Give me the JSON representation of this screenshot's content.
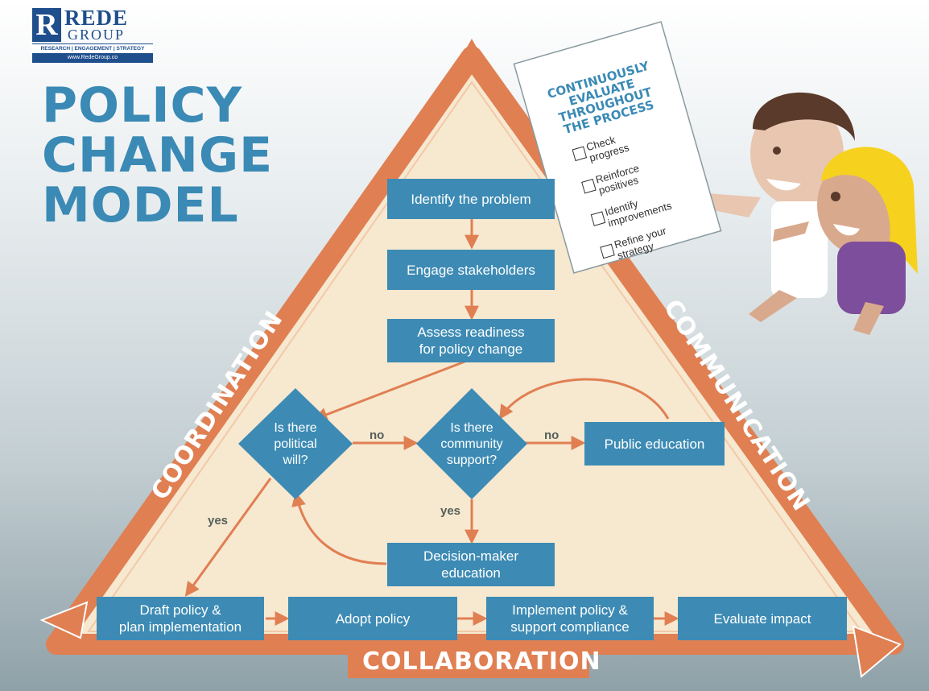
{
  "logo": {
    "letter": "R",
    "name_top": "REDE",
    "name_bottom": "GROUP",
    "tagline": "RESEARCH | ENGAGEMENT | STRATEGY",
    "website": "www.RedeGroup.co"
  },
  "title": {
    "line1": "POLICY",
    "line2": "CHANGE",
    "line3": "MODEL"
  },
  "sides": {
    "left": "COORDINATION",
    "right": "COMMUNICATION",
    "bottom": "COLLABORATION"
  },
  "checklist": {
    "title": "CONTINUOUSLY\nEVALUATE\nTHROUGHOUT\nTHE PROCESS",
    "items": [
      "Check\nprogress",
      "Reinforce\npositives",
      "Identify\nimprovements",
      "Refine your\nstrategy"
    ]
  },
  "flow": {
    "identify": "Identify the problem",
    "engage": "Engage stakeholders",
    "assess": "Assess readiness\nfor policy change",
    "political": "Is there\npolitical\nwill?",
    "community": "Is there\ncommunity\nsupport?",
    "public_ed": "Public education",
    "decision_ed": "Decision-maker\neducation",
    "draft": "Draft policy &\nplan implementation",
    "adopt": "Adopt policy",
    "implement": "Implement policy &\nsupport compliance",
    "evaluate": "Evaluate impact",
    "label_no1": "no",
    "label_no2": "no",
    "label_yes1": "yes",
    "label_yes2": "yes"
  },
  "colors": {
    "box": "#3d8bb4",
    "arrow": "#e07f52",
    "triangle_fill": "#f7e8d0",
    "title": "#3a8ab5"
  }
}
